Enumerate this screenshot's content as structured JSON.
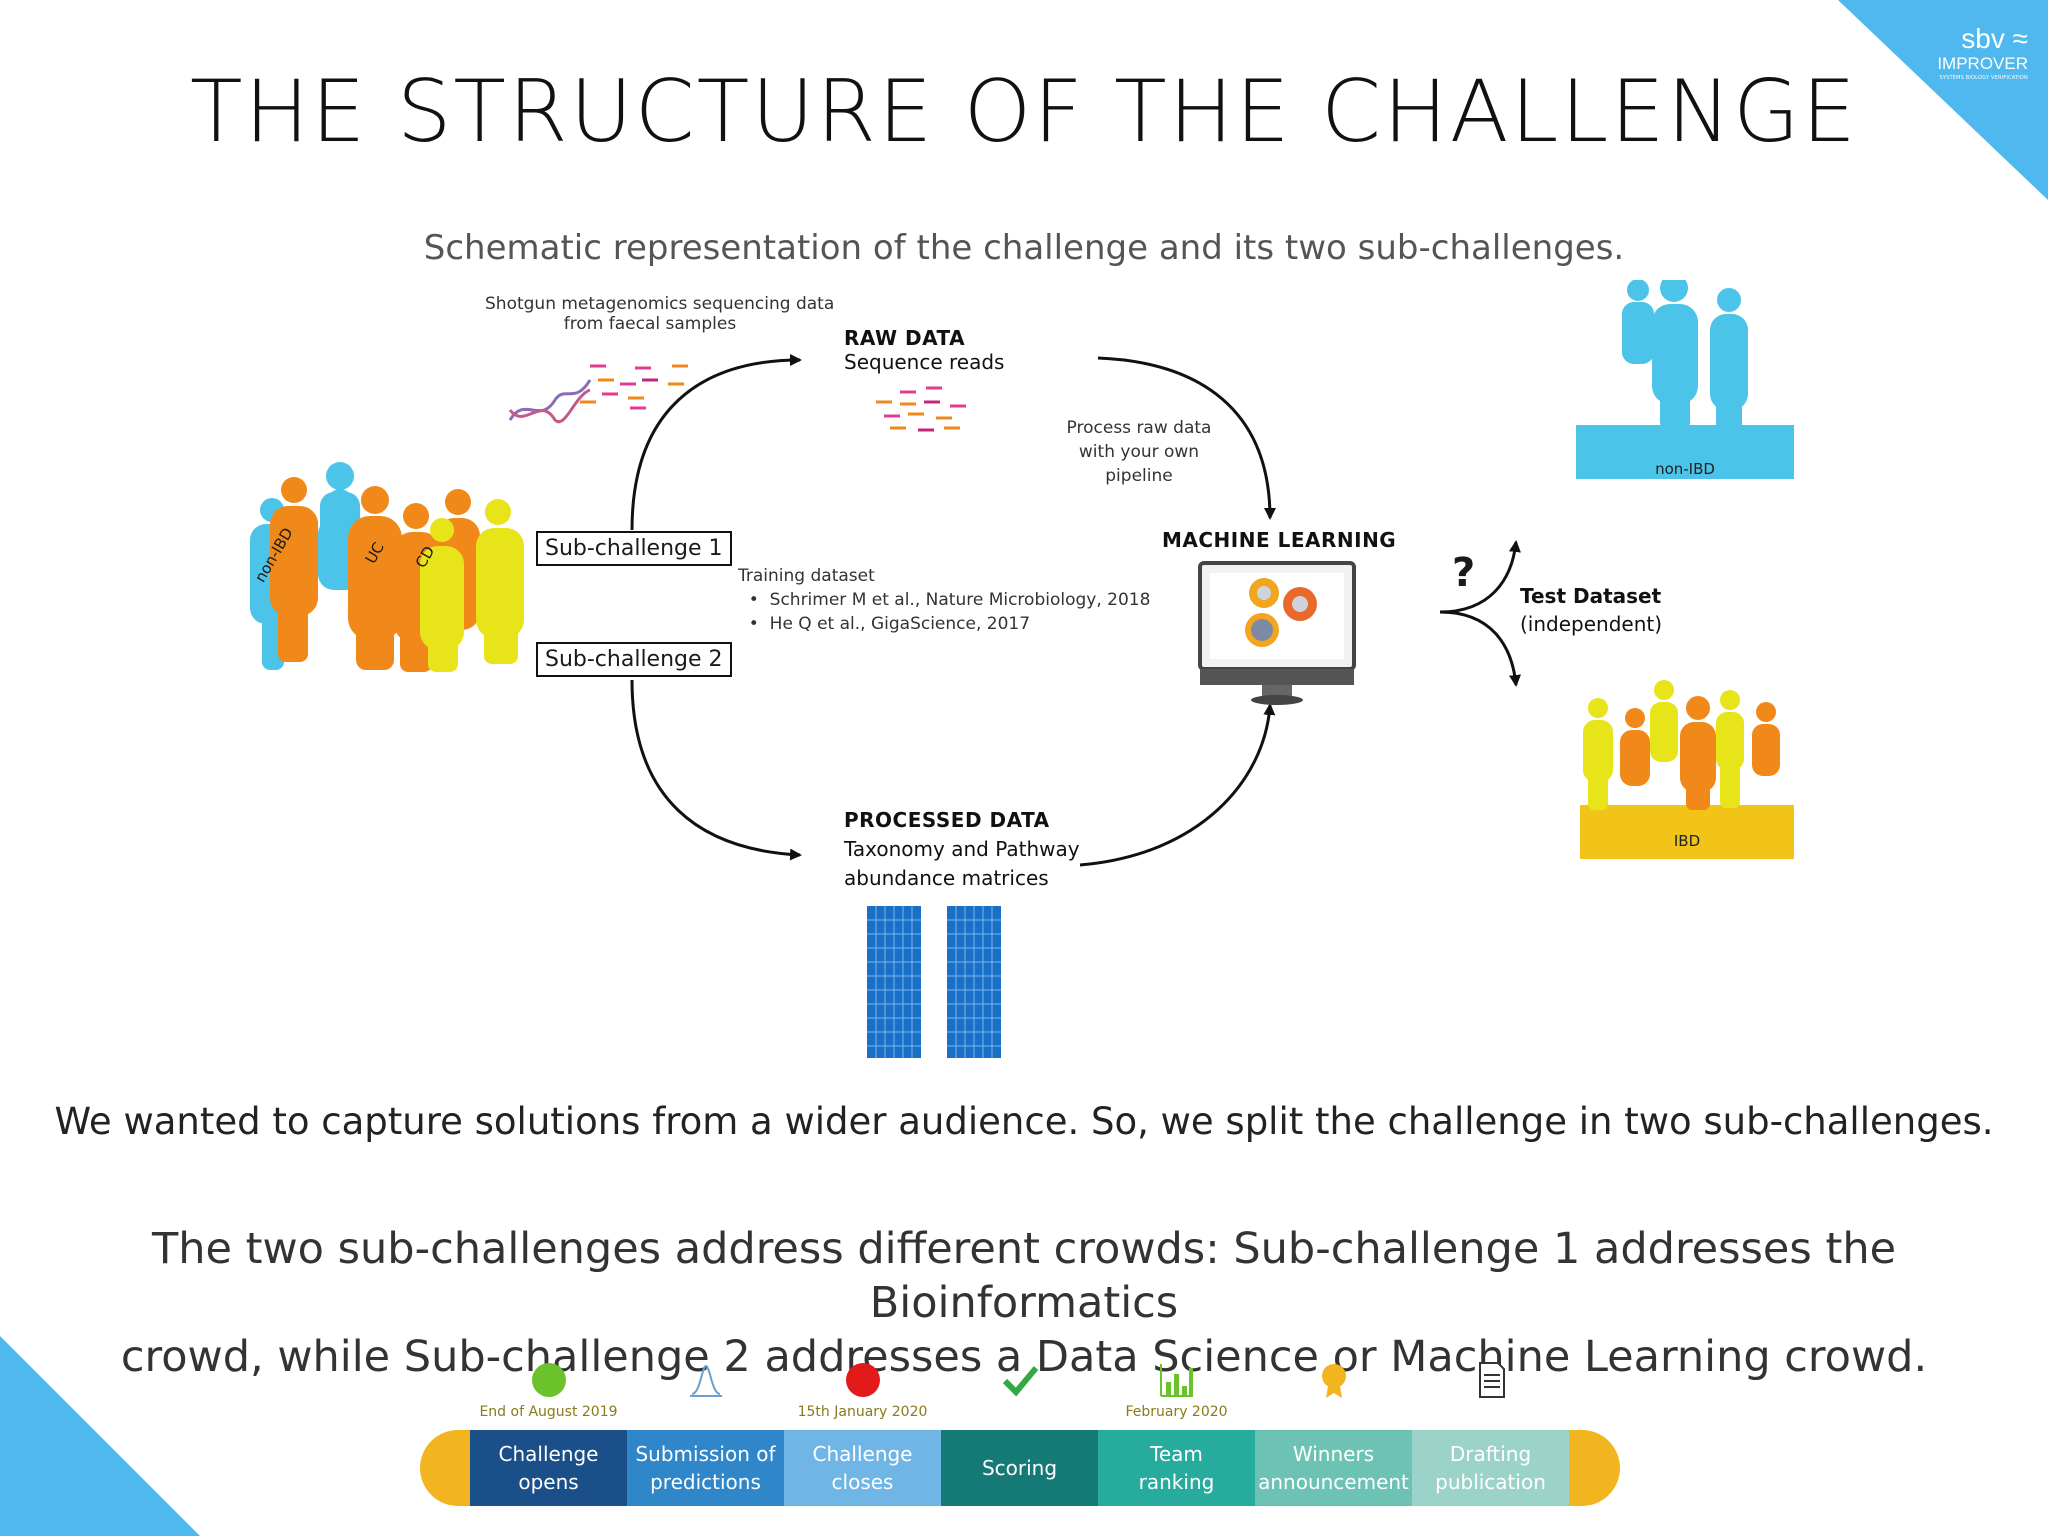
{
  "logo": {
    "brand": "sbv",
    "sub": "IMPROVER",
    "tagline": "SYSTEMS BIOLOGY VERIFICATION"
  },
  "title": "THE STRUCTURE OF THE CHALLENGE",
  "subtitle": "Schematic representation of the challenge and its two sub-challenges.",
  "diagram": {
    "shotgun_line1": "Shotgun metagenomics sequencing data",
    "shotgun_line2": "from faecal samples",
    "raw_data_title": "RAW DATA",
    "raw_data_sub": "Sequence reads",
    "process_line1": "Process raw data",
    "process_line2": "with your own",
    "process_line3": "pipeline",
    "ml_title": "MACHINE LEARNING",
    "subchallenge1": "Sub-challenge 1",
    "subchallenge2": "Sub-challenge 2",
    "training_title": "Training dataset",
    "training_ref1": "Schrimer M et al., Nature Microbiology, 2018",
    "training_ref2": "He Q et al., GigaScience, 2017",
    "question": "?",
    "test_title": "Test Dataset",
    "test_sub": "(independent)",
    "processed_title": "PROCESSED DATA",
    "processed_line1": "Taxonomy and Pathway",
    "processed_line2": "abundance matrices",
    "group_labels": {
      "nonibd": "non-IBD",
      "uc": "UC",
      "cd": "CD"
    },
    "nonibd_panel_label": "non-IBD",
    "ibd_panel_label": "IBD"
  },
  "statement1": "We wanted to capture solutions from a wider audience. So, we split the challenge in two sub-challenges.",
  "statement2_line1": "The two sub-challenges address different crowds: Sub-challenge 1 addresses the Bioinformatics",
  "statement2_line2": "crowd, while Sub-challenge 2 addresses a Data Science or Machine Learning crowd.",
  "timeline": {
    "steps": [
      {
        "label1": "Challenge",
        "label2": "opens",
        "date": "End of August 2019",
        "icon": "green-circle-icon",
        "color": "#1b4f8a"
      },
      {
        "label1": "Submission of",
        "label2": "predictions",
        "date": "",
        "icon": "chart-curve-icon",
        "color": "#2f86c9"
      },
      {
        "label1": "Challenge",
        "label2": "closes",
        "date": "15th January 2020",
        "icon": "red-circle-icon",
        "color": "#6fb6e6"
      },
      {
        "label1": "Scoring",
        "label2": "",
        "date": "",
        "icon": "checkmark-icon",
        "color": "#157a75"
      },
      {
        "label1": "Team",
        "label2": "ranking",
        "date": "February 2020",
        "icon": "bar-chart-icon",
        "color": "#27ab9c"
      },
      {
        "label1": "Winners",
        "label2": "announcement",
        "date": "",
        "icon": "award-ribbon-icon",
        "color": "#6cc3b4"
      },
      {
        "label1": "Drafting",
        "label2": "publication",
        "date": "",
        "icon": "document-icon",
        "color": "#9bd3c8"
      }
    ]
  },
  "colors": {
    "accent": "#4fb8ee",
    "orange": "#f0891a",
    "yellow": "#e8e41a",
    "blue": "#4cc3e8",
    "gold": "#f2c318"
  }
}
